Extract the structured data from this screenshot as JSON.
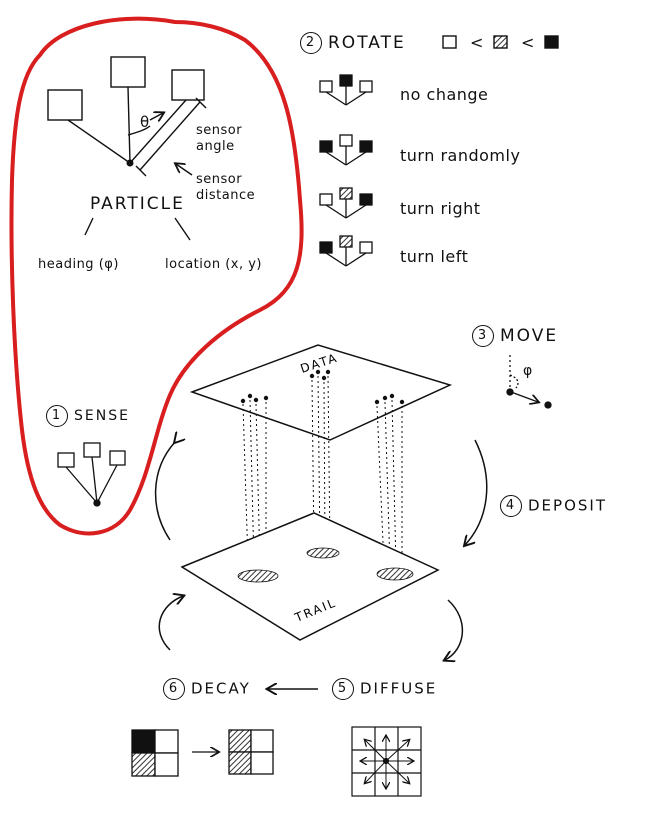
{
  "particle": {
    "title": "PARTICLE",
    "theta": "θ",
    "sensor_angle": "sensor\nangle",
    "sensor_distance": "sensor\ndistance",
    "heading": "heading (φ)",
    "location": "location (x, y)"
  },
  "steps": {
    "sense": {
      "number": "1",
      "label": "SENSE"
    },
    "rotate": {
      "number": "2",
      "label": "ROTATE",
      "legend_sep": "<"
    },
    "move": {
      "number": "3",
      "label": "MOVE",
      "phi": "φ"
    },
    "deposit": {
      "number": "4",
      "label": "DEPOSIT"
    },
    "diffuse": {
      "number": "5",
      "label": "DIFFUSE"
    },
    "decay": {
      "number": "6",
      "label": "DECAY"
    }
  },
  "rotate_rules": [
    {
      "label": "no change"
    },
    {
      "label": "turn randomly"
    },
    {
      "label": "turn right"
    },
    {
      "label": "turn left"
    }
  ],
  "layers": {
    "data": "DATA",
    "trail": "TRAIL"
  },
  "colors": {
    "highlight": "#d81e1e",
    "ink": "#111111",
    "hatch": "#555555"
  }
}
